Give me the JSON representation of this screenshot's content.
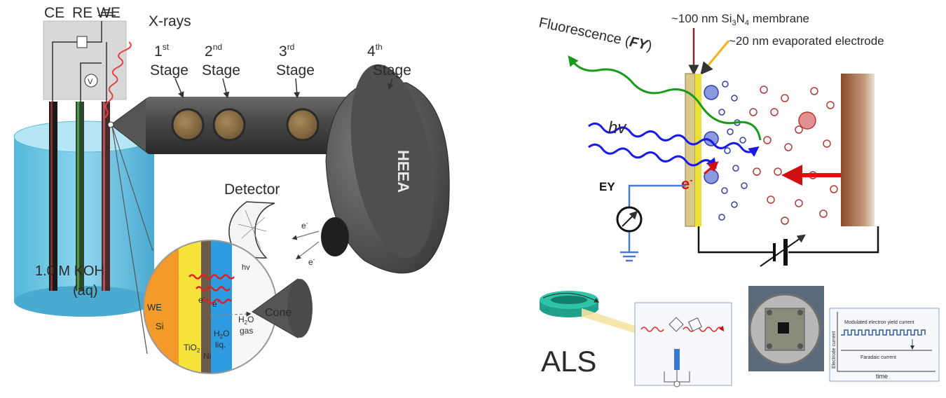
{
  "left": {
    "electrodes": {
      "ce": "CE",
      "re": "RE",
      "we": "WE"
    },
    "xrays": "X-rays",
    "stages": [
      {
        "num": "1",
        "sup": "st",
        "label": "Stage"
      },
      {
        "num": "2",
        "sup": "nd",
        "label": "Stage"
      },
      {
        "num": "3",
        "sup": "rd",
        "label": "Stage"
      },
      {
        "num": "4",
        "sup": "th",
        "label": "Stage"
      }
    ],
    "heea": "HEEA",
    "detector": "Detector",
    "electron": "e",
    "electron_sup": "-",
    "electrolyte_line1": "1.0 M KOH",
    "electrolyte_line2": "(aq)",
    "inset": {
      "we": "WE",
      "si": "Si",
      "tio2": "TiO",
      "tio2_sub": "2",
      "ni": "Ni",
      "h2o": "H",
      "h2o_sub": "2",
      "h2o_o": "O",
      "liq": "liq.",
      "gas_h2o": "H",
      "gas_sub": "2",
      "gas_o": "O",
      "gas": "gas",
      "hv": "hv",
      "cone": "Cone"
    }
  },
  "right": {
    "membrane_prefix": "~100 nm Si",
    "membrane_sub1": "3",
    "membrane_n": "N",
    "membrane_sub2": "4",
    "membrane_suffix": " membrane",
    "electrode_label": "~20 nm evaporated electrode",
    "fluorescence": "Fluorescence (",
    "fy": "FY",
    "fluor_close": ")",
    "hv": "hv",
    "ey": "EY",
    "electron": "e",
    "electron_sup": "-",
    "als": "ALS",
    "graph": {
      "modulated": "Modulated electron yield current",
      "faradaic": "Faradaic current",
      "ylabel": "Electrode current",
      "xlabel": "time"
    },
    "colors": {
      "fluorescence": "#1a9a1a",
      "hv": "#1a1ae6",
      "electron": "#e01010",
      "ion": "#b33a3a",
      "ion_blue": "#3340a8"
    }
  }
}
